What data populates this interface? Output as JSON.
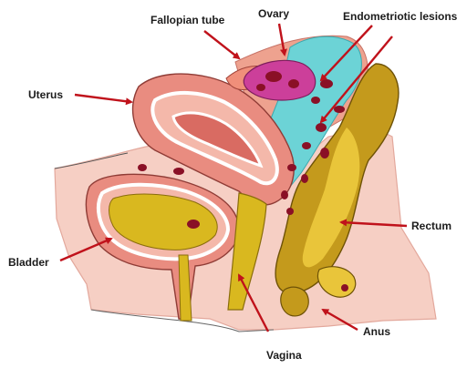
{
  "labels": {
    "fallopian_tube": "Fallopian tube",
    "ovary": "Ovary",
    "endometriotic_lesions": "Endometriotic lesions",
    "uterus": "Uterus",
    "bladder": "Bladder",
    "rectum": "Rectum",
    "vagina": "Vagina",
    "anus": "Anus"
  },
  "colors": {
    "arrow": "#c0121b",
    "background_tissue": "#f6cfc4",
    "uterine_wall": "#e98c80",
    "endometrium": "#d96b62",
    "bladder_contents": "#d9b81f",
    "rectum": "#c49a1c",
    "rectum_highlight": "#e9c53a",
    "ovary": "#cc3f9a",
    "peritoneal_fluid": "#6cd3d6",
    "lesion": "#8a1026"
  }
}
